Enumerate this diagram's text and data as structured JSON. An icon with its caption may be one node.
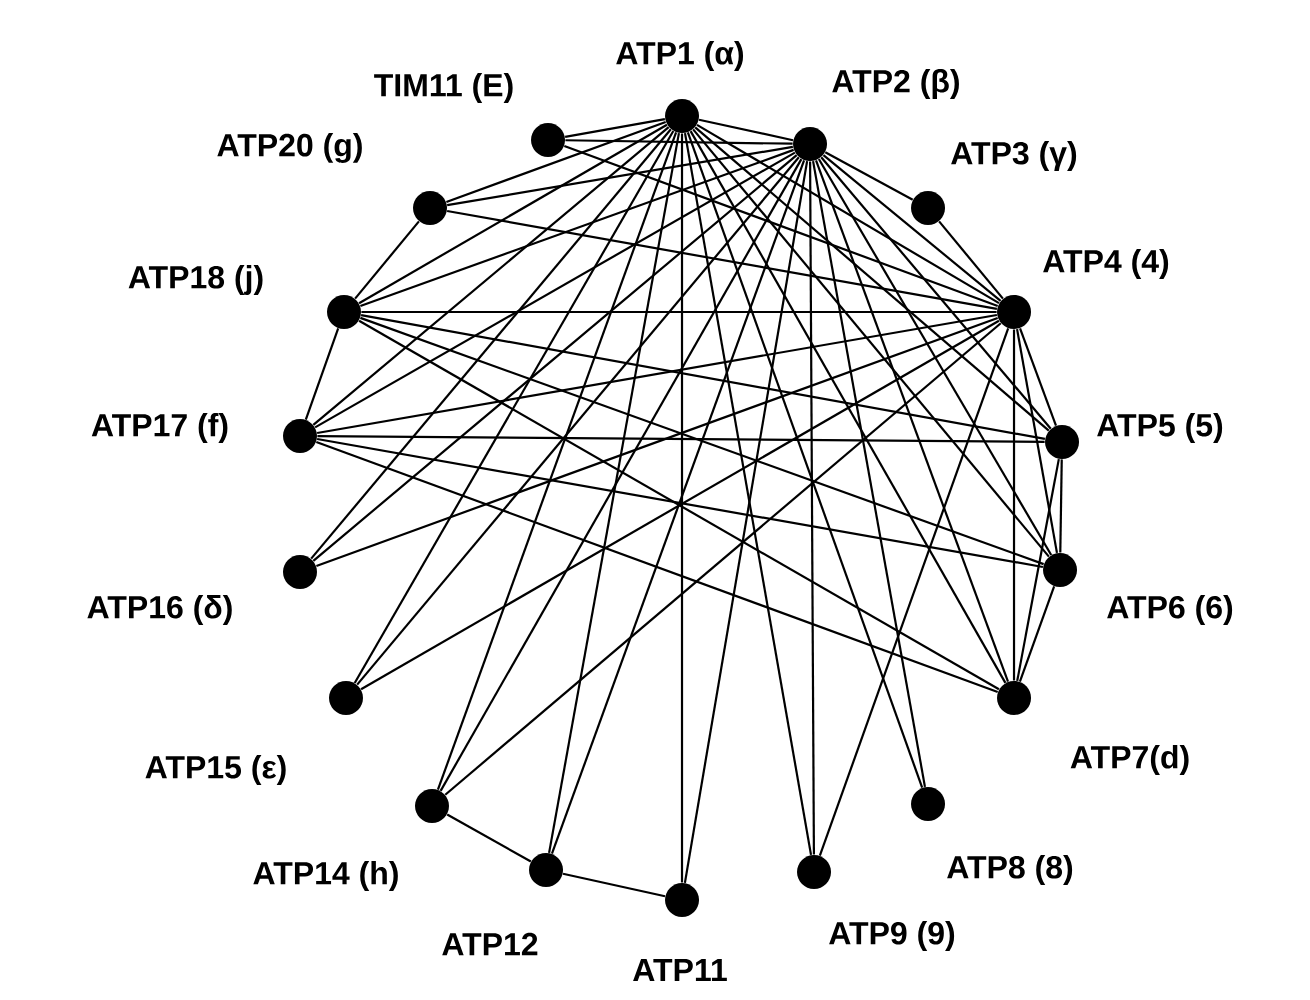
{
  "diagram": {
    "nodes": [
      {
        "text": [
          "TIM11 (E)"
        ]
      },
      {
        "text": [
          "ATP1 (α)"
        ]
      },
      {
        "text": [
          "ATP2 (β)"
        ]
      },
      {
        "text": [
          "ATP20 (g)"
        ]
      },
      {
        "text": [
          "ATP3 (γ)"
        ]
      },
      {
        "text": [
          "ATP18 (j)"
        ]
      },
      {
        "text": [
          "ATP4 (4)"
        ]
      },
      {
        "text": [
          "ATP17 (f)"
        ]
      },
      {
        "text": [
          "ATP5 (5)"
        ]
      },
      {
        "text": [
          "ATP16 (δ)"
        ]
      },
      {
        "text": [
          "ATP6 (6)"
        ]
      },
      {
        "text": [
          "ATP15 (ε)"
        ]
      },
      {
        "text": [
          "ATP7(d)"
        ]
      },
      {
        "text": [
          "ATP14 (h)"
        ]
      },
      {
        "text": [
          "ATP8 (8)"
        ]
      },
      {
        "text": [
          "ATP12"
        ]
      },
      {
        "text": [
          "ATP9 (9)"
        ]
      },
      {
        "text": [
          "ATP11"
        ]
      }
    ],
    "edges": [
      {
        "from": 1,
        "to": 0,
        "arrow": "none"
      },
      {
        "from": 1,
        "to": 2,
        "arrow": "none"
      },
      {
        "from": 1,
        "to": 3,
        "arrow": "none"
      },
      {
        "from": 1,
        "to": 5,
        "arrow": "none"
      },
      {
        "from": 1,
        "to": 7,
        "arrow": "none"
      },
      {
        "from": 1,
        "to": 6,
        "arrow": "none"
      },
      {
        "from": 1,
        "to": 8,
        "arrow": "none"
      },
      {
        "from": 1,
        "to": 10,
        "arrow": "none"
      },
      {
        "from": 1,
        "to": 12,
        "arrow": "none"
      },
      {
        "from": 1,
        "to": 17,
        "arrow": "none"
      },
      {
        "from": 1,
        "to": 16,
        "arrow": "none"
      },
      {
        "from": 1,
        "to": 14,
        "arrow": "none"
      },
      {
        "from": 1,
        "to": 13,
        "arrow": "none"
      },
      {
        "from": 1,
        "to": 15,
        "arrow": "none"
      },
      {
        "from": 1,
        "to": 9,
        "arrow": "none"
      },
      {
        "from": 1,
        "to": 11,
        "arrow": "none"
      },
      {
        "from": 2,
        "to": 0,
        "arrow": "none"
      },
      {
        "from": 2,
        "to": 3,
        "arrow": "none"
      },
      {
        "from": 2,
        "to": 5,
        "arrow": "none"
      },
      {
        "from": 2,
        "to": 7,
        "arrow": "none"
      },
      {
        "from": 2,
        "to": 4,
        "arrow": "none"
      },
      {
        "from": 2,
        "to": 6,
        "arrow": "none"
      },
      {
        "from": 2,
        "to": 8,
        "arrow": "none"
      },
      {
        "from": 2,
        "to": 10,
        "arrow": "none"
      },
      {
        "from": 2,
        "to": 12,
        "arrow": "none"
      },
      {
        "from": 2,
        "to": 16,
        "arrow": "none"
      },
      {
        "from": 2,
        "to": 17,
        "arrow": "none"
      },
      {
        "from": 2,
        "to": 15,
        "arrow": "none"
      },
      {
        "from": 2,
        "to": 13,
        "arrow": "none"
      },
      {
        "from": 2,
        "to": 11,
        "arrow": "none"
      },
      {
        "from": 2,
        "to": 14,
        "arrow": "none"
      },
      {
        "from": 2,
        "to": 9,
        "arrow": "none"
      },
      {
        "from": 6,
        "to": 4,
        "arrow": "none"
      },
      {
        "from": 6,
        "to": 5,
        "arrow": "none"
      },
      {
        "from": 6,
        "to": 7,
        "arrow": "none"
      },
      {
        "from": 6,
        "to": 9,
        "arrow": "none"
      },
      {
        "from": 6,
        "to": 11,
        "arrow": "none"
      },
      {
        "from": 6,
        "to": 13,
        "arrow": "none"
      },
      {
        "from": 6,
        "to": 8,
        "arrow": "none"
      },
      {
        "from": 6,
        "to": 10,
        "arrow": "none"
      },
      {
        "from": 6,
        "to": 12,
        "arrow": "none"
      },
      {
        "from": 6,
        "to": 16,
        "arrow": "none"
      },
      {
        "from": 6,
        "to": 0,
        "arrow": "none"
      },
      {
        "from": 6,
        "to": 3,
        "arrow": "none"
      },
      {
        "from": 5,
        "to": 3,
        "arrow": "none"
      },
      {
        "from": 5,
        "to": 7,
        "arrow": "none"
      },
      {
        "from": 5,
        "to": 8,
        "arrow": "none"
      },
      {
        "from": 5,
        "to": 10,
        "arrow": "none"
      },
      {
        "from": 5,
        "to": 12,
        "arrow": "none"
      },
      {
        "from": 7,
        "to": 8,
        "arrow": "none"
      },
      {
        "from": 7,
        "to": 10,
        "arrow": "none"
      },
      {
        "from": 7,
        "to": 12,
        "arrow": "none"
      },
      {
        "from": 8,
        "to": 10,
        "arrow": "none"
      },
      {
        "from": 8,
        "to": 12,
        "arrow": "none"
      },
      {
        "from": 10,
        "to": 12,
        "arrow": "none"
      },
      {
        "from": 13,
        "to": 15,
        "arrow": "none"
      },
      {
        "from": 15,
        "to": 17,
        "arrow": "none"
      }
    ]
  }
}
